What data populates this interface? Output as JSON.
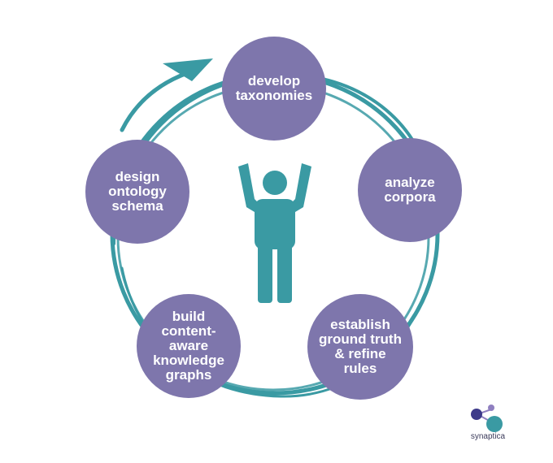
{
  "colors": {
    "ring": "#3a9aa3",
    "node": "#7e76ac",
    "node_text": "#ffffff",
    "figure": "#3a9aa3",
    "logo_dark": "#3d3a8a",
    "logo_teal": "#3a9aa3",
    "logo_lilac": "#8f7fc0"
  },
  "cycle": {
    "nodes": [
      {
        "id": "develop-taxonomies",
        "label": "develop\ntaxonomies"
      },
      {
        "id": "analyze-corpora",
        "label": "analyze\ncorpora"
      },
      {
        "id": "establish-ground-truth",
        "label": "establish\nground truth\n& refine\nrules"
      },
      {
        "id": "build-knowledge-graphs",
        "label": "build\ncontent-aware\nknowledge\ngraphs"
      },
      {
        "id": "design-ontology-schema",
        "label": "design\nontology\nschema"
      }
    ],
    "center_icon": "person-arms-raised-icon"
  },
  "brand": {
    "name": "synaptica",
    "icon": "molecule-logo-icon"
  }
}
